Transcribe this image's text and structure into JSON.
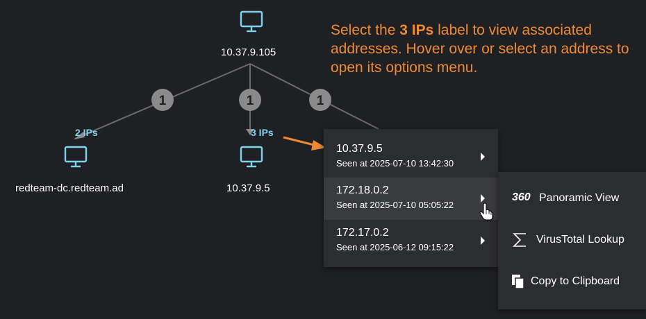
{
  "nodes": {
    "root": {
      "label": "10.37.9.105",
      "icon": "monitor-icon"
    },
    "left": {
      "label": "redteam-dc.redteam.ad",
      "icon": "monitor-icon",
      "ip_count": "2 IPs"
    },
    "middle": {
      "label": "10.37.9.5",
      "icon": "monitor-icon",
      "ip_count": "3 IPs"
    }
  },
  "edge_badges": [
    "1",
    "1",
    "1"
  ],
  "callout": {
    "before": "Select the ",
    "bold": "3 IPs",
    "after": " label to view associated addresses. Hover over or select an address to open its options menu."
  },
  "address_menu": {
    "items": [
      {
        "ip": "10.37.9.5",
        "seen": "Seen at 2025-07-10 13:42:30"
      },
      {
        "ip": "172.18.0.2",
        "seen": "Seen at 2025-07-10 05:05:22",
        "active": true
      },
      {
        "ip": "172.17.0.2",
        "seen": "Seen at 2025-06-12 09:15:22"
      }
    ]
  },
  "options_menu": {
    "panoramic_badge": "360",
    "panoramic_label": "Panoramic View",
    "virustotal_label": "VirusTotal Lookup",
    "copy_label": "Copy to Clipboard"
  },
  "colors": {
    "background": "#1f2023",
    "icon": "#7fd3ef",
    "callout": "#ee8a35",
    "badge": "#8a8a8a",
    "edge": "#6b6b6b"
  }
}
